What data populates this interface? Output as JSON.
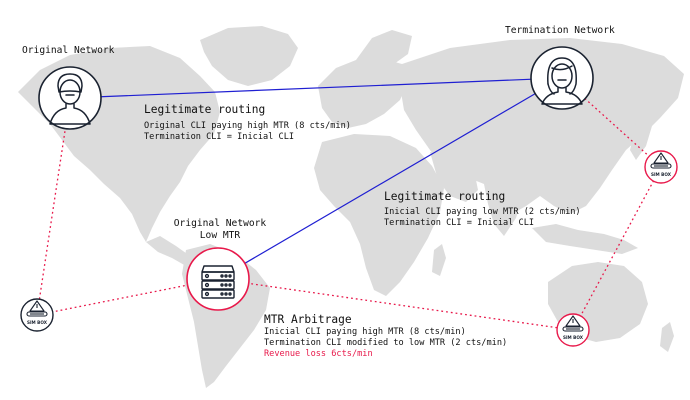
{
  "colors": {
    "map_land": "#dcdcdc",
    "legit_route": "#1f1fd2",
    "arbitrage_route": "#e8184a",
    "node_outline_dark": "#1a2230",
    "node_outline_red": "#e8184a",
    "text": "#111111"
  },
  "nodes": {
    "original_network": {
      "label": "Original Network",
      "icon": "user-icon"
    },
    "termination_network": {
      "label": "Termination Network",
      "icon": "user-female-icon"
    },
    "low_mtr_network": {
      "label_line1": "Original Network",
      "label_line2": "Low MTR",
      "icon": "server-icon"
    },
    "sim_boxes": [
      {
        "id": "sim-box-west",
        "label": "SIM BOX",
        "icon": "sim-box-icon"
      },
      {
        "id": "sim-box-east",
        "label": "SIM BOX",
        "icon": "sim-box-icon"
      },
      {
        "id": "sim-box-australia",
        "label": "SIM BOX",
        "icon": "sim-box-icon"
      }
    ]
  },
  "routes": {
    "legit_1": {
      "title": "Legitimate routing",
      "line1": "Original CLI paying high MTR (8 cts/min)",
      "line2": "Termination CLI = Inicial CLI"
    },
    "legit_2": {
      "title": "Legitimate routing",
      "line1": "Inicial CLI paying low MTR (2 cts/min)",
      "line2": "Termination CLI = Inicial CLI"
    },
    "arbitrage": {
      "title": "MTR Arbitrage",
      "line1": "Inicial CLI paying high MTR (8 cts/min)",
      "line2": "Termination CLI modified to low MTR (2 cts/min)",
      "line3": "Revenue loss 6cts/min"
    }
  }
}
